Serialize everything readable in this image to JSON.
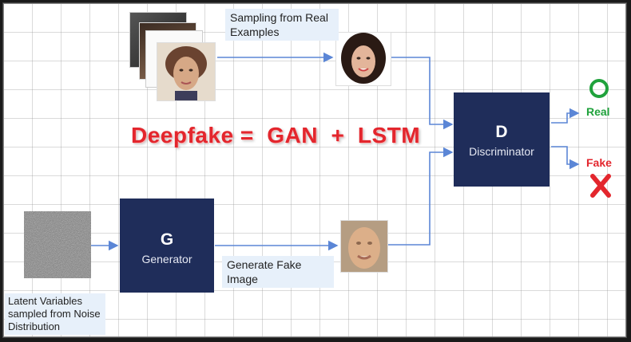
{
  "title": "Deepfake =  GAN  +  LSTM",
  "discriminator": {
    "letter": "D",
    "name": "Discriminator"
  },
  "generator": {
    "letter": "G",
    "name": "Generator"
  },
  "callouts": {
    "sampling": "Sampling from Real Examples",
    "generate": "Generate Fake Image",
    "latent": "Latent Variables sampled from Noise Distribution"
  },
  "outputs": {
    "real_label": "Real",
    "fake_label": "Fake"
  },
  "colors": {
    "box": "#1f2d5a",
    "arrow": "#5b86d6",
    "real": "#20a23c",
    "fake": "#e3262d",
    "callout": "#e7f0fa"
  },
  "icons": {
    "real": "circle-icon",
    "fake": "x-icon"
  }
}
